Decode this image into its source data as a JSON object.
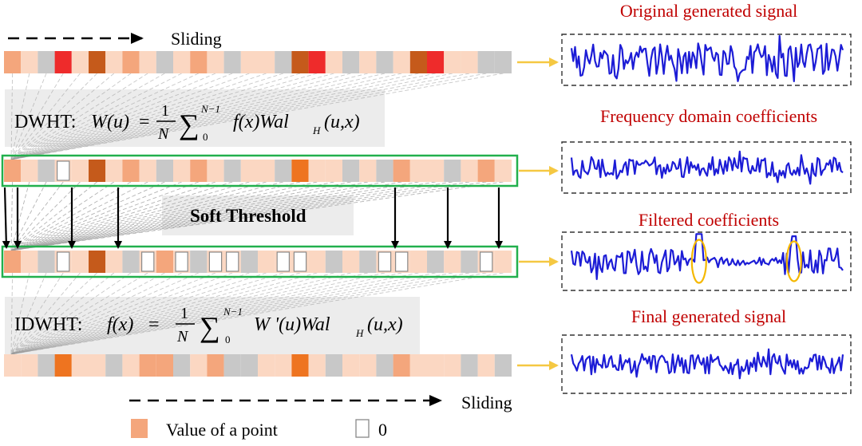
{
  "sliding_label": "Sliding",
  "row_count": 4,
  "rows": [
    {
      "name": "original-signal-row",
      "cells": [
        "m",
        "l",
        "g",
        "r",
        "l",
        "d",
        "l",
        "m",
        "l",
        "g",
        "l",
        "m",
        "l",
        "g",
        "l",
        "l",
        "g",
        "d",
        "r",
        "l",
        "g",
        "l",
        "g",
        "l",
        "d",
        "r",
        "l",
        "l",
        "g",
        "g"
      ]
    },
    {
      "name": "frequency-coefficients-row",
      "cells": [
        "m",
        "l",
        "g",
        "z",
        "l",
        "d",
        "l",
        "m",
        "l",
        "g",
        "l",
        "m",
        "l",
        "g",
        "l",
        "l",
        "g",
        "o",
        "l",
        "l",
        "g",
        "l",
        "g",
        "m",
        "l",
        "l",
        "g",
        "l",
        "m",
        "l"
      ]
    },
    {
      "name": "filtered-coefficients-row",
      "cells": [
        "m",
        "l",
        "g",
        "z",
        "l",
        "d",
        "l",
        "g",
        "z",
        "m",
        "z",
        "g",
        "z",
        "z",
        "g",
        "l",
        "z",
        "z",
        "l",
        "g",
        "l",
        "g",
        "z",
        "z",
        "l",
        "g",
        "l",
        "g",
        "z",
        "l"
      ]
    },
    {
      "name": "final-signal-row",
      "cells": [
        "l",
        "l",
        "g",
        "o",
        "l",
        "l",
        "g",
        "l",
        "m",
        "m",
        "g",
        "l",
        "m",
        "g",
        "g",
        "l",
        "l",
        "o",
        "l",
        "g",
        "l",
        "l",
        "g",
        "m",
        "l",
        "l",
        "l",
        "g",
        "l",
        "g"
      ]
    }
  ],
  "palette": {
    "m": "#f4a67c",
    "l": "#fbd7c2",
    "g": "#c8c8c8",
    "r": "#ee2b2b",
    "d": "#c55a1b",
    "o": "#ee7420",
    "z": "#ffffff"
  },
  "highlight_color": "#22b04d",
  "signal_color": "#1c1cd6",
  "title_color": "#c00000",
  "legend_orange": "#f4a67c",
  "dwht": {
    "prefix": "DWHT:",
    "lhs": "W(u)",
    "numerator": "1",
    "denominator": "N",
    "upper": "N−1",
    "lower": "0",
    "body": "f(x)Wal",
    "sub": "H",
    "args": "(u,x)"
  },
  "idwht": {
    "prefix": "IDWHT:",
    "lhs": "f(x)",
    "numerator": "1",
    "denominator": "N",
    "upper": "N−1",
    "lower": "0",
    "body": "W '(u)Wal",
    "sub": "H",
    "args": "(u,x)"
  },
  "soft_threshold_label": "Soft Threshold",
  "panels": [
    {
      "title": "Original generated signal",
      "seed": 11,
      "amp": 0.85,
      "circles": false
    },
    {
      "title": "Frequency domain coefficients",
      "seed": 23,
      "amp": 0.55,
      "circles": false
    },
    {
      "title": "Filtered coefficients",
      "seed": 37,
      "amp": 0.6,
      "circles": true
    },
    {
      "title": "Final generated signal",
      "seed": 51,
      "amp": 0.45,
      "circles": false
    }
  ],
  "legend": {
    "value_label": "Value of a point",
    "zero_label": "0"
  }
}
